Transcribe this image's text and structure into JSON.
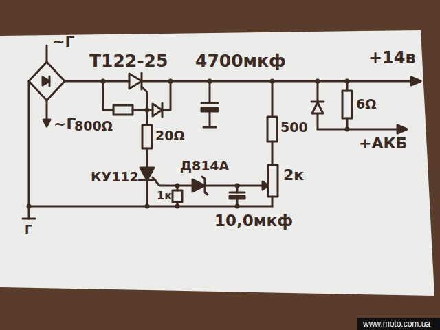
{
  "diagram": {
    "labels": [
      "~Г",
      "~Г",
      "Т122-25",
      "4700мкф",
      "+14в",
      "800Ω",
      "20Ω",
      "500",
      "6Ω",
      "+АКБ",
      "КУ112",
      "Д814А",
      "1к",
      "2к",
      "10,0мкф",
      "Г",
      "www.moto.com.ua"
    ]
  }
}
